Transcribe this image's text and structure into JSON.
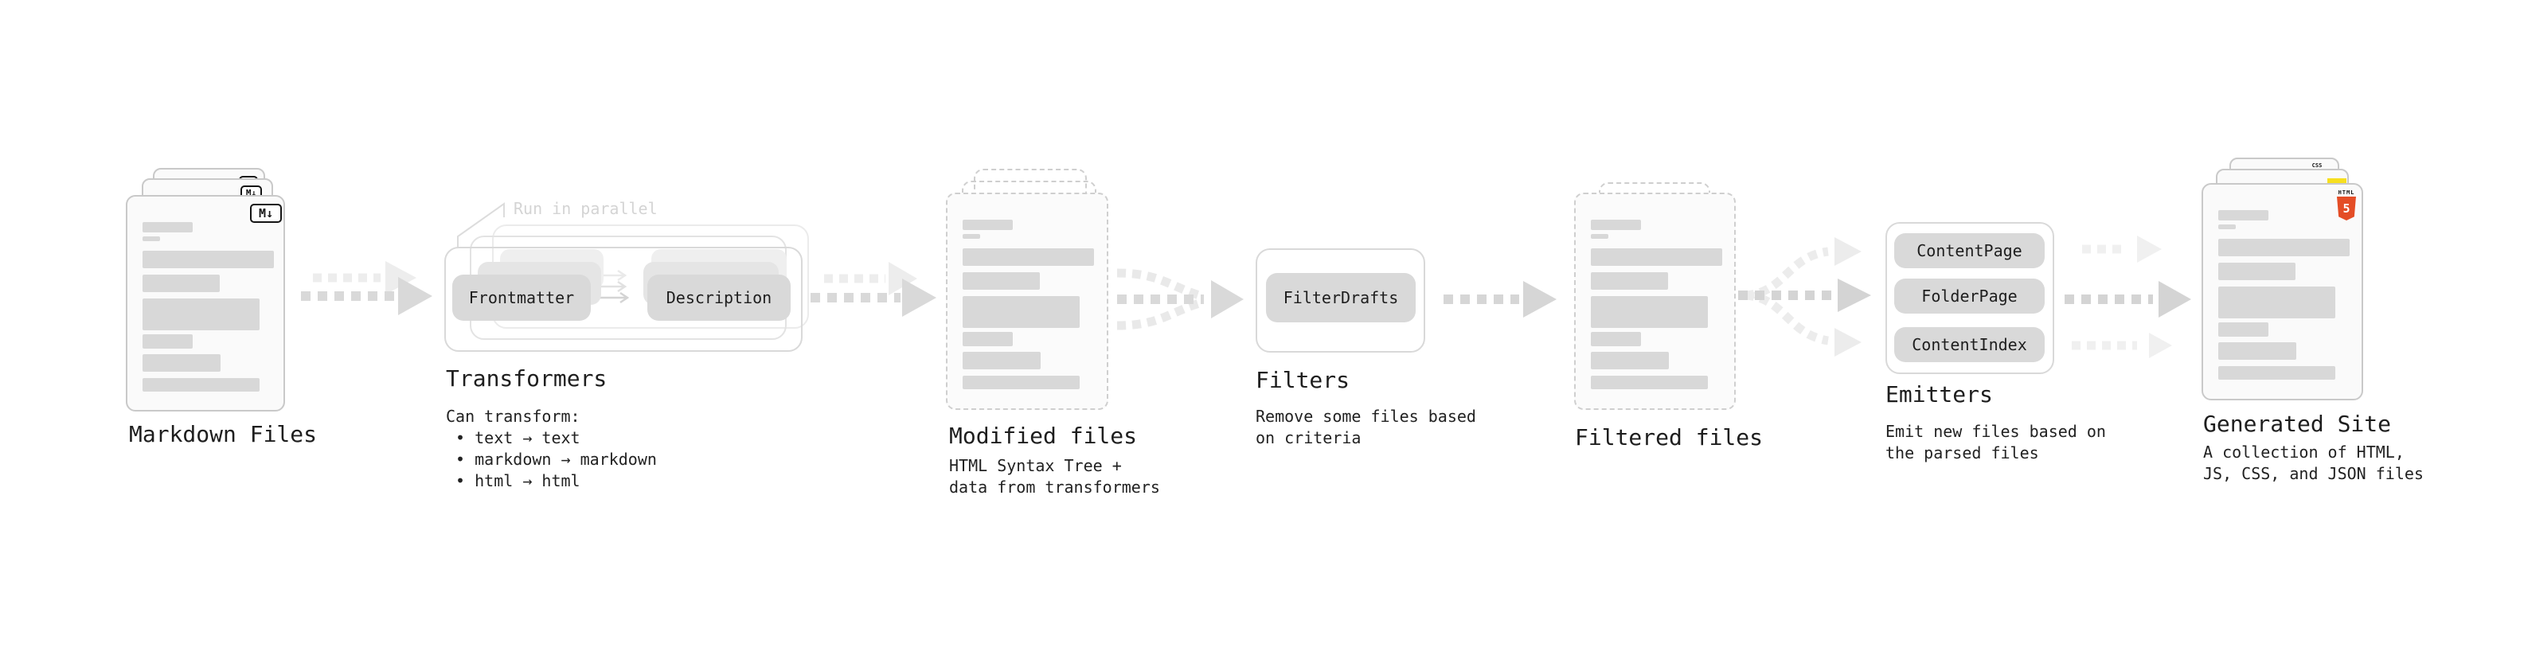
{
  "diagram": {
    "markdown_files": {
      "title": "Markdown Files",
      "badge": "M↓"
    },
    "transformers": {
      "note": "Run in parallel",
      "chip_frontmatter": "Frontmatter",
      "chip_description": "Description",
      "title": "Transformers",
      "description": "Can transform:\n • text → text\n • markdown → markdown\n • html → html"
    },
    "modified_files": {
      "title": "Modified files",
      "description": "HTML Syntax Tree +\ndata from transformers"
    },
    "filters": {
      "chip": "FilterDrafts",
      "title": "Filters",
      "description": "Remove some files based\non criteria"
    },
    "filtered_files": {
      "title": "Filtered files"
    },
    "emitters": {
      "chips": [
        "ContentPage",
        "FolderPage",
        "ContentIndex"
      ],
      "title": "Emitters",
      "description": "Emit new files based on\nthe parsed files"
    },
    "generated_site": {
      "title": "Generated Site",
      "description": "A collection of HTML,\nJS, CSS, and JSON files",
      "html_badge_label": "HTML",
      "html_badge_number": "5",
      "css_badge_label": "CSS"
    }
  },
  "colors": {
    "html5_orange": "#e44d26",
    "js_yellow": "#f7df1e",
    "css_blue": "#2965f1",
    "arrow_gray": "#d9d9d9",
    "arrow_light": "#ececec",
    "note_gray": "#d4d4d4"
  }
}
